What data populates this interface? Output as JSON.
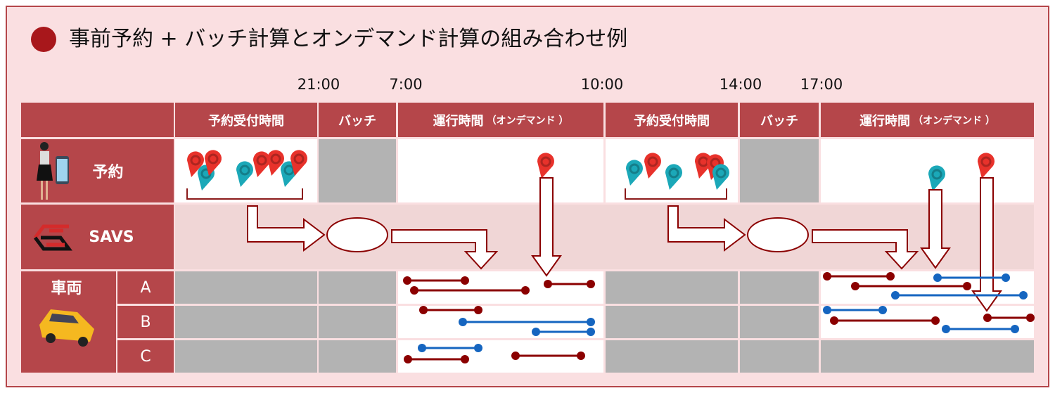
{
  "title": "事前予約 + バッチ計算とオンデマンド計算の組み合わせ例",
  "times": [
    "21:00",
    "7:00",
    "10:00",
    "14:00",
    "17:00"
  ],
  "headers": {
    "booking": "予約受付時間",
    "batch": "バッチ",
    "operation": "運行時間",
    "operation_note": "（オンデマンド ）"
  },
  "rows": {
    "reservation": "予約",
    "savs": "SAVS",
    "vehicle": "車両",
    "vehicles": [
      "A",
      "B",
      "C"
    ]
  },
  "colors": {
    "accent": "#b5464a",
    "route_red": "#8b0000",
    "route_blue": "#1565c0",
    "pin_red": "#e8322b",
    "pin_teal": "#1ba8b8"
  }
}
